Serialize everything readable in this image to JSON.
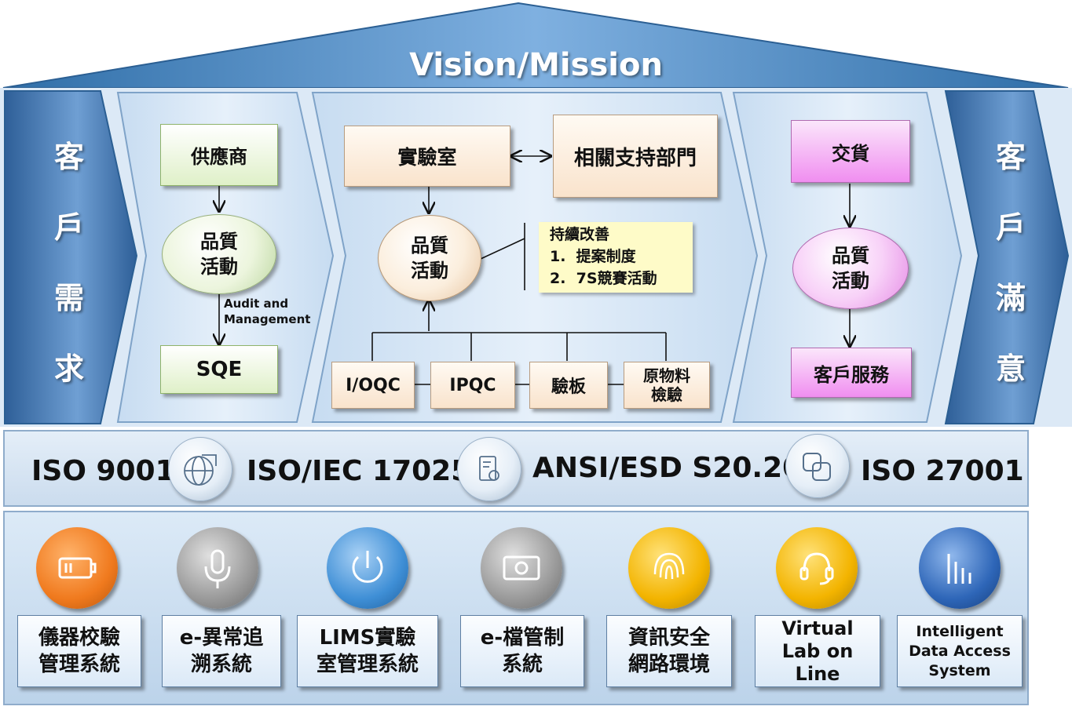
{
  "vision_mission": "Vision/Mission",
  "customer_need": [
    "客",
    "戶",
    "需",
    "求"
  ],
  "customer_satisfaction": [
    "客",
    "戶",
    "滿",
    "意"
  ],
  "supplier_section": {
    "supplier": "供應商",
    "quality_activity": [
      "品質",
      "活動"
    ],
    "audit_label": [
      "Audit and",
      "Management"
    ],
    "sqe": "SQE"
  },
  "lab_section": {
    "lab": "實驗室",
    "support_dept": "相關支持部門",
    "quality_activity": [
      "品質",
      "活動"
    ],
    "improvement_note": [
      "持續改善",
      "1.  提案制度",
      "2.  7S競賽活動"
    ],
    "inspections": [
      "I/OQC",
      "IPQC",
      "驗板",
      "原物料",
      "檢驗"
    ]
  },
  "delivery_section": {
    "delivery": "交貨",
    "quality_activity": [
      "品質",
      "活動"
    ],
    "customer_service": "客戶服務"
  },
  "standards": [
    "ISO 9001",
    "ISO/IEC 17025",
    "ANSI/ESD S20.20",
    "ISO 27001"
  ],
  "systems": [
    {
      "label": [
        "儀器校驗",
        "管理系統"
      ],
      "icon": "battery-icon",
      "color": "#f07a1e"
    },
    {
      "label": [
        "e-異常追",
        "溯系統"
      ],
      "icon": "microphone-icon",
      "color": "#9a9a9a"
    },
    {
      "label": [
        "LIMS實驗",
        "室管理系統"
      ],
      "icon": "power-icon",
      "color": "#3f8fd6"
    },
    {
      "label": [
        "e-檔管制",
        "系統"
      ],
      "icon": "document-icon",
      "color": "#9a9a9a"
    },
    {
      "label": [
        "資訊安全",
        "網路環境"
      ],
      "icon": "fingerprint-icon",
      "color": "#f3b400"
    },
    {
      "label": [
        "Virtual",
        "Lab on",
        "Line"
      ],
      "icon": "headset-icon",
      "color": "#f3b400"
    },
    {
      "label": [
        "Intelligent",
        "Data Access",
        "System"
      ],
      "icon": "chart-icon",
      "color": "#2e66b8"
    }
  ]
}
